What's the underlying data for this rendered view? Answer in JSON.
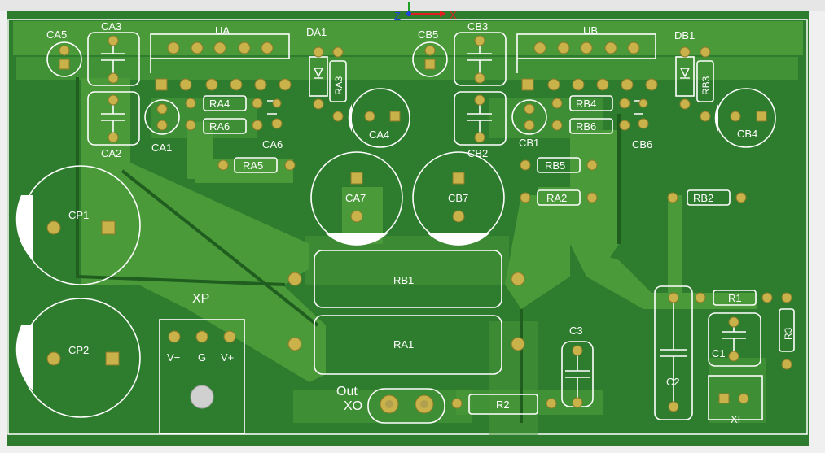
{
  "axis_gizmo": {
    "z": "Z",
    "x": "X"
  },
  "components": {
    "CA5": "CA5",
    "CA3": "CA3",
    "UA": "UA",
    "DA1": "DA1",
    "CB5": "CB5",
    "CB3": "CB3",
    "UB": "UB",
    "DB1": "DB1",
    "RA3": "RA3",
    "RB3": "RB3",
    "RA4": "RA4",
    "RA6": "RA6",
    "RB4": "RB4",
    "RB6": "RB6",
    "CA2": "CA2",
    "CA1": "CA1",
    "CA6": "CA6",
    "CA4": "CA4",
    "CB2": "CB2",
    "CB1": "CB1",
    "CB6": "CB6",
    "CB4": "CB4",
    "RA5": "RA5",
    "RB5": "RB5",
    "RA2": "RA2",
    "RB2": "RB2",
    "CA7": "CA7",
    "CB7": "CB7",
    "CP1": "CP1",
    "CP2": "CP2",
    "XP": "XP",
    "RB1": "RB1",
    "RA1": "RA1",
    "R1": "R1",
    "R3": "R3",
    "C1": "C1",
    "C2": "C2",
    "C3": "C3",
    "R2": "R2",
    "XI": "XI",
    "Out": "Out",
    "XO": "XO"
  },
  "xp_pins": {
    "vminus": "V−",
    "g": "G",
    "vplus": "V+"
  },
  "colors": {
    "board": "#2e7d2e",
    "copper": "#4a9a3a",
    "pad": "#c9b24a",
    "silkscreen": "#ffffff",
    "background": "#f0f0f0"
  }
}
